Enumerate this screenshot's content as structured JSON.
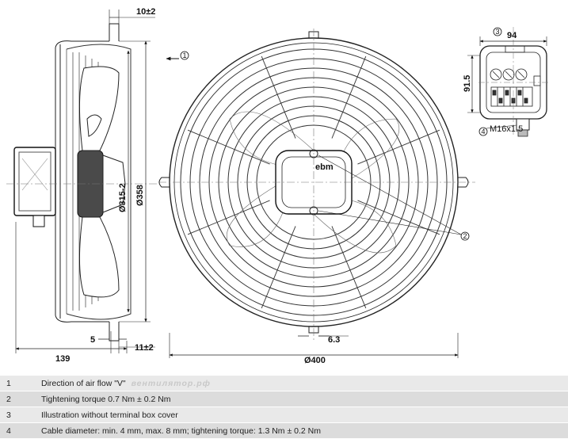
{
  "dimensions": {
    "top_offset": "10±2",
    "inner_diameter": "Ø315-2",
    "outer_diameter": "Ø358",
    "left_width": "139",
    "flange_offset": "5",
    "bottom_offset": "11±2",
    "slot_width": "6.3",
    "guard_diameter": "Ø400",
    "box_width": "94",
    "box_height": "91.5",
    "cable_gland": "M16x1.5"
  },
  "callouts": {
    "airflow": "1",
    "torque": "2",
    "illustration": "3",
    "cable": "4"
  },
  "brand": "ebm",
  "watermark": "вентилятор.рф",
  "legend": [
    {
      "num": "1",
      "text": "Direction of air flow \"V\""
    },
    {
      "num": "2",
      "text": "Tightening torque 0.7 Nm ± 0.2 Nm"
    },
    {
      "num": "3",
      "text": "Illustration without terminal box cover"
    },
    {
      "num": "4",
      "text": "Cable diameter: min. 4 mm, max. 8 mm; tightening torque: 1.3 Nm ± 0.2 Nm"
    }
  ]
}
